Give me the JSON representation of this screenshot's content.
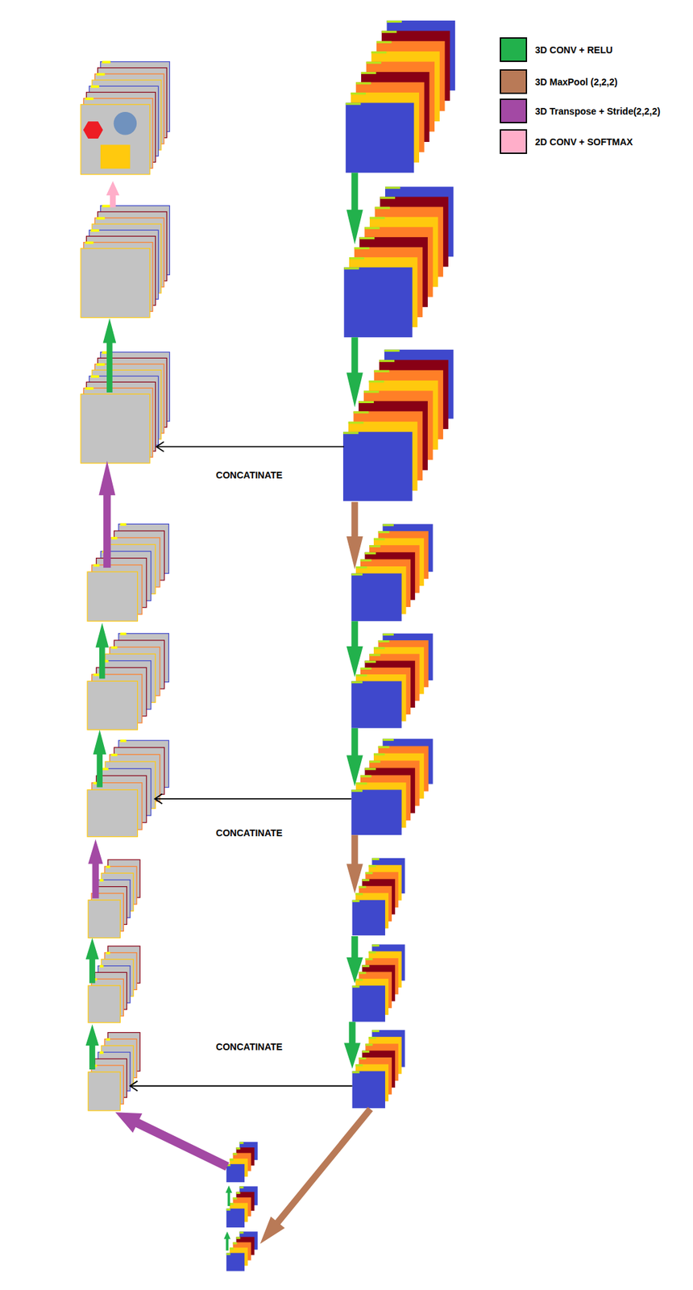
{
  "diagram": {
    "labels": [
      "CONCATINATE",
      "CONCATINATE",
      "CONCATINATE"
    ],
    "legend": [
      {
        "text": "3D CONV + RELU",
        "color": "#22b14c"
      },
      {
        "text": "3D MaxPool (2,2,2)",
        "color": "#b97a57"
      },
      {
        "text": "3D Transpose + Stride(2,2,2)",
        "color": "#a349a4"
      },
      {
        "text": "2D CONV + SOFTMAX",
        "color": "#ffaec9"
      }
    ]
  }
}
